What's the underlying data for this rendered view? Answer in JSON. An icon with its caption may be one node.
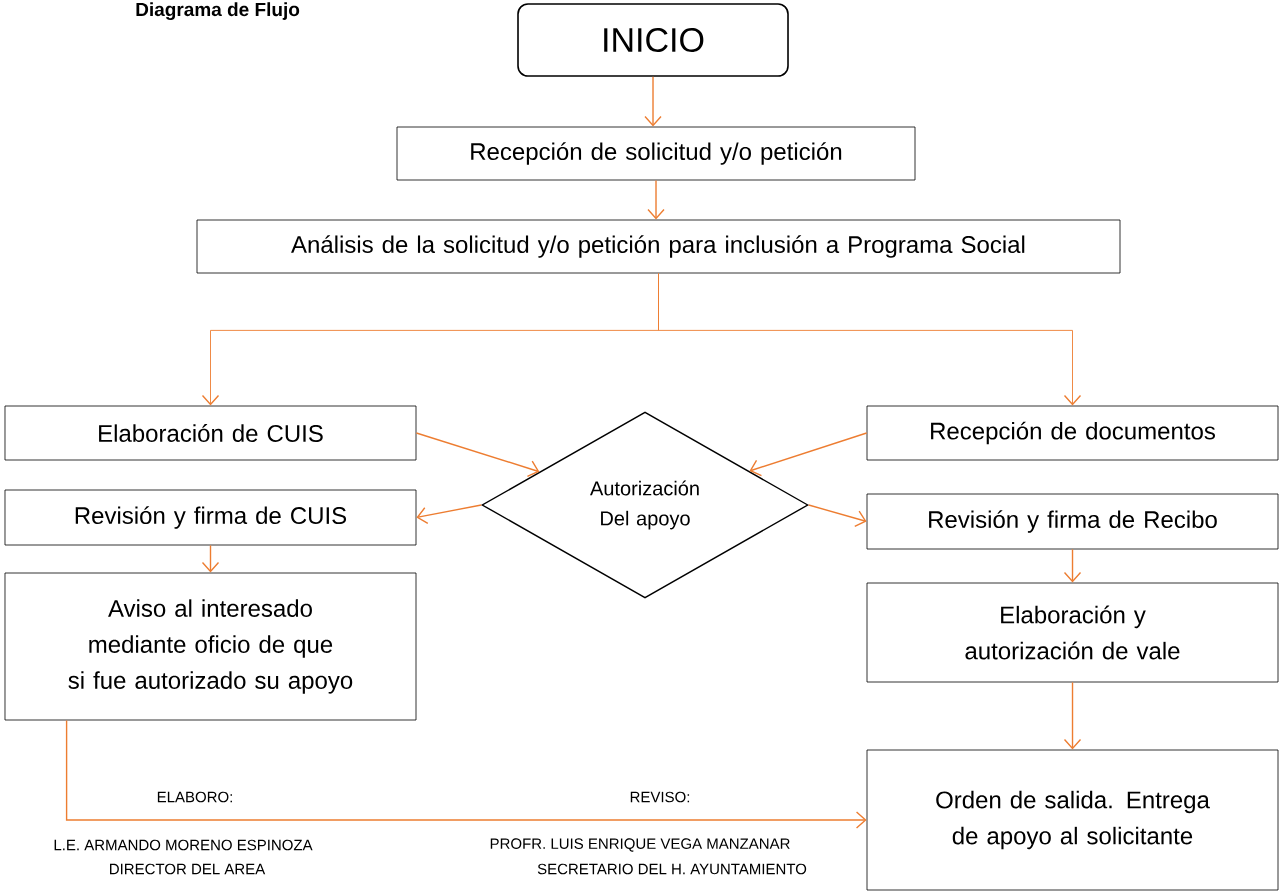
{
  "diagram": {
    "title": "Diagrama de Flujo",
    "nodes": [
      {
        "text": [
          "INICIO"
        ]
      },
      {
        "text": [
          "Recepción de solicitud y/o petición"
        ]
      },
      {
        "text": [
          "Análisis de la solicitud y/o petición para inclusión a Programa Social"
        ]
      },
      {
        "text": [
          "Elaboración de CUIS"
        ]
      },
      {
        "text": [
          "Recepción de documentos"
        ]
      },
      {
        "text": [
          "Autorización Del apoyo"
        ]
      },
      {
        "text": [
          "Revisión y firma de CUIS"
        ]
      },
      {
        "text": [
          "Revisión y firma de Recibo"
        ]
      },
      {
        "text": [
          "Aviso al interesado mediante oficio de que si fue autorizado su apoyo"
        ]
      },
      {
        "text": [
          "Elaboración y autorización de vale"
        ]
      },
      {
        "text": [
          "Orden de salida. Entrega de apoyo al solicitante"
        ]
      }
    ],
    "edges": [
      {
        "from": 0,
        "to": 1,
        "arrow": "to"
      },
      {
        "from": 1,
        "to": 2,
        "arrow": "to"
      },
      {
        "from": 2,
        "to": 3,
        "arrow": "to"
      },
      {
        "from": 2,
        "to": 4,
        "arrow": "to"
      },
      {
        "from": 3,
        "to": 5,
        "arrow": "to"
      },
      {
        "from": 4,
        "to": 5,
        "arrow": "to"
      },
      {
        "from": 5,
        "to": 6,
        "arrow": "to"
      },
      {
        "from": 5,
        "to": 7,
        "arrow": "to"
      },
      {
        "from": 6,
        "to": 8,
        "arrow": "to"
      },
      {
        "from": 7,
        "to": 9,
        "arrow": "to"
      },
      {
        "from": 9,
        "to": 10,
        "arrow": "to"
      },
      {
        "from": 8,
        "to": 10,
        "arrow": "to"
      }
    ],
    "labels": [
      "ELABORO:",
      "REVISO:",
      "L.E. ARMANDO MORENO ESPINOZA",
      "PROFR. LUIS ENRIQUE VEGA MANZANAR",
      "DIRECTOR DEL AREA",
      "SECRETARIO DEL H. AYUNTAMIENTO"
    ]
  }
}
